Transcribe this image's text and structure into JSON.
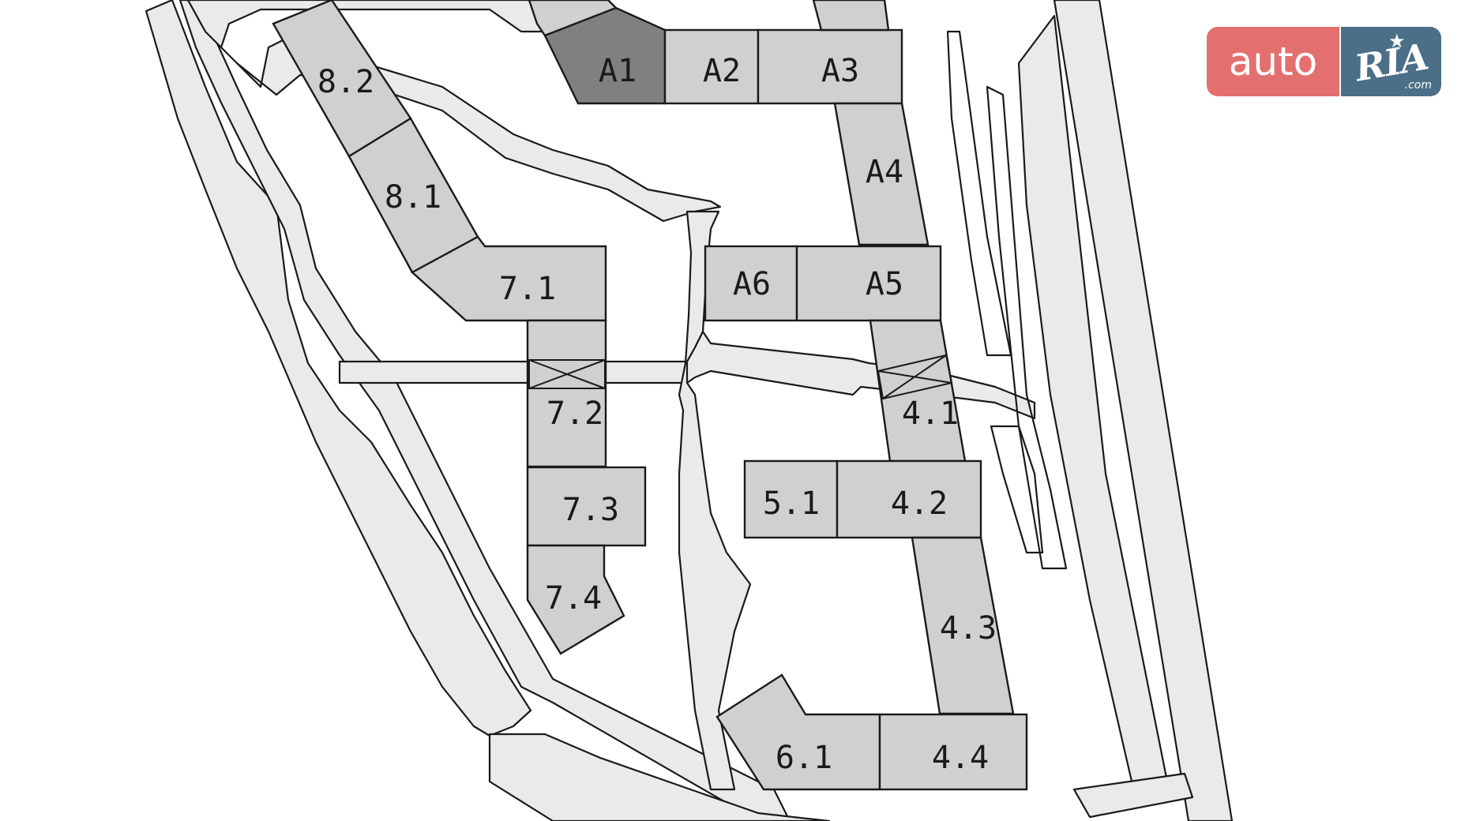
{
  "colors": {
    "building_fill": "#d0d0d0",
    "building_fill_selected": "#808080",
    "road_fill": "#eaeaea",
    "outline": "#1a1a1a",
    "logo_auto_bg": "#e36f6e",
    "logo_ria_bg": "#4a6f86"
  },
  "logo": {
    "part1": "auto",
    "part2": "RIA",
    "suffix": ".com",
    "star_icon": "star-icon"
  },
  "buildings": [
    {
      "id": "A1",
      "label": "A1",
      "selected": true
    },
    {
      "id": "A2",
      "label": "A2",
      "selected": false
    },
    {
      "id": "A3",
      "label": "A3",
      "selected": false
    },
    {
      "id": "A4",
      "label": "A4",
      "selected": false
    },
    {
      "id": "A5",
      "label": "A5",
      "selected": false
    },
    {
      "id": "A6",
      "label": "A6",
      "selected": false
    },
    {
      "id": "8.2",
      "label": "8.2",
      "selected": false
    },
    {
      "id": "8.1",
      "label": "8.1",
      "selected": false
    },
    {
      "id": "7.1",
      "label": "7.1",
      "selected": false
    },
    {
      "id": "7.2",
      "label": "7.2",
      "selected": false
    },
    {
      "id": "7.3",
      "label": "7.3",
      "selected": false
    },
    {
      "id": "7.4",
      "label": "7.4",
      "selected": false
    },
    {
      "id": "4.1",
      "label": "4.1",
      "selected": false
    },
    {
      "id": "4.2",
      "label": "4.2",
      "selected": false
    },
    {
      "id": "5.1",
      "label": "5.1",
      "selected": false
    },
    {
      "id": "4.3",
      "label": "4.3",
      "selected": false
    },
    {
      "id": "6.1",
      "label": "6.1",
      "selected": false
    },
    {
      "id": "4.4",
      "label": "4.4",
      "selected": false
    }
  ]
}
